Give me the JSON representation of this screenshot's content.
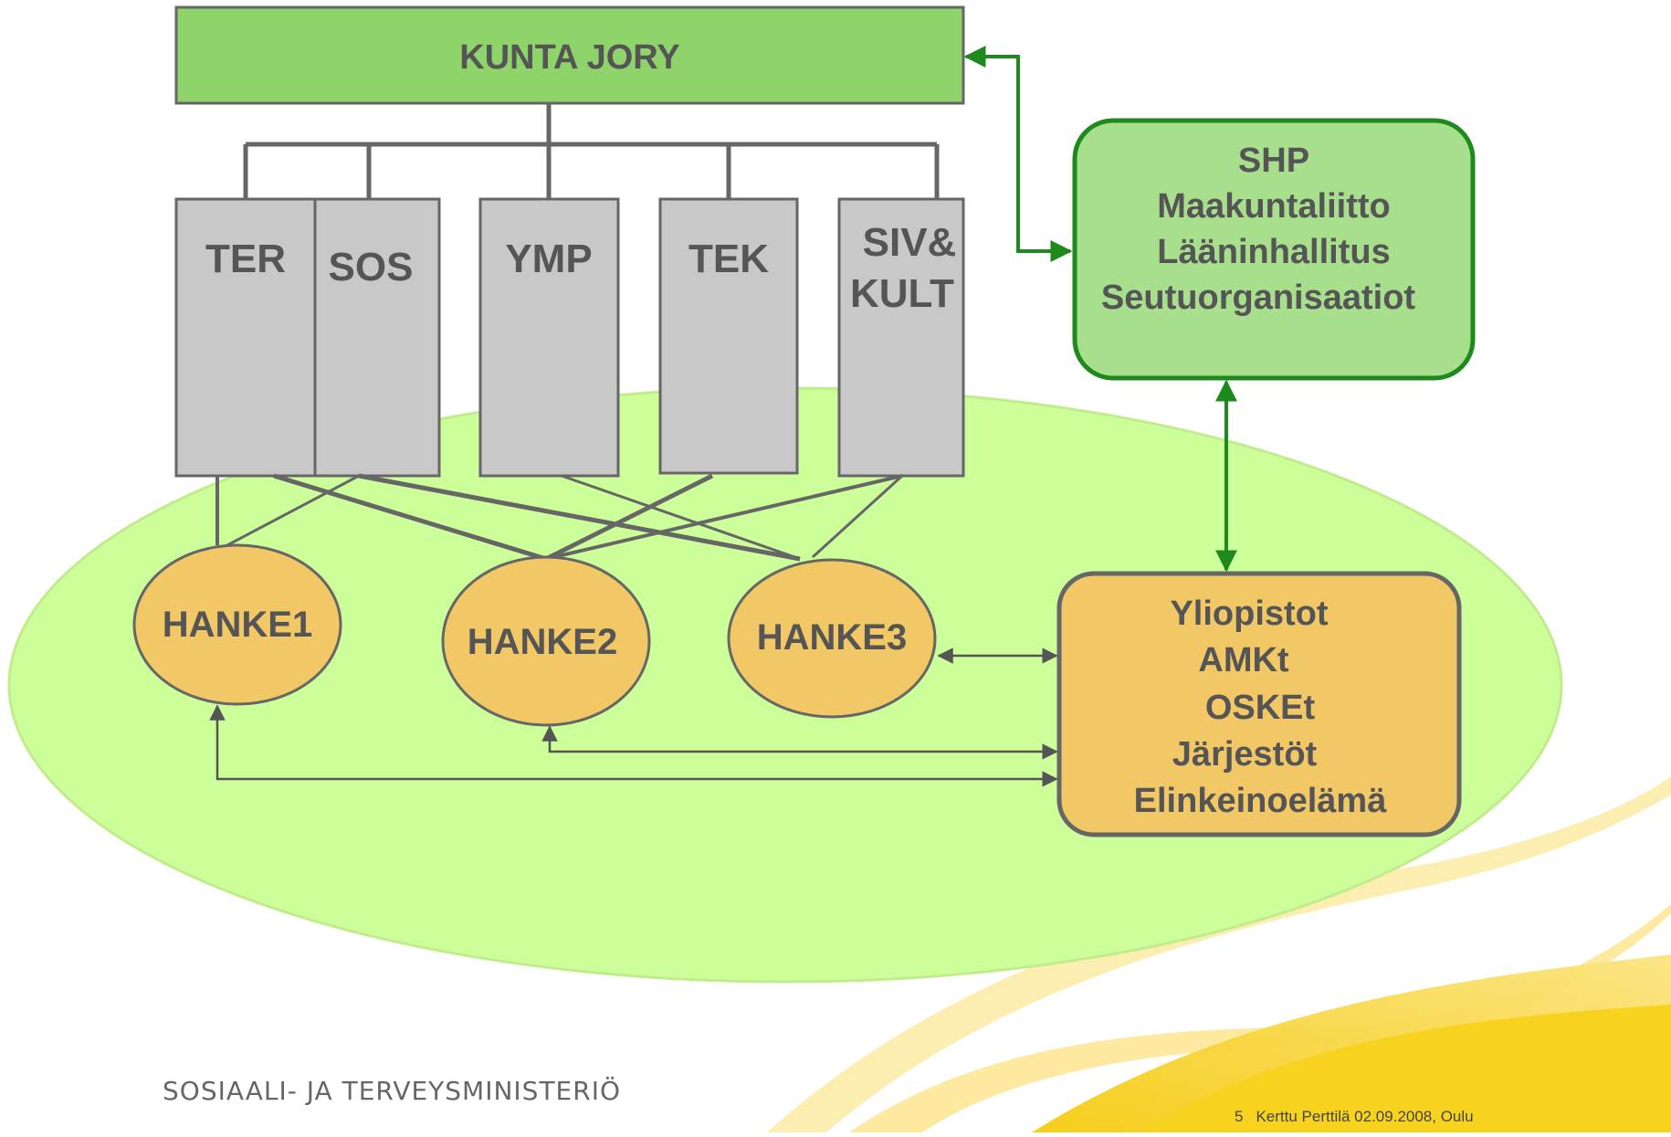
{
  "top": {
    "label": "KUNTA JORY"
  },
  "sectors": [
    {
      "lines": [
        "TER"
      ]
    },
    {
      "lines": [
        "SOS"
      ]
    },
    {
      "lines": [
        "YMP"
      ]
    },
    {
      "lines": [
        "TEK"
      ]
    },
    {
      "lines": [
        "SIV&",
        "KULT"
      ]
    }
  ],
  "regional": {
    "lines": [
      "SHP",
      "Maakuntaliitto",
      "Lääninhallitus",
      "Seutuorganisaatiot"
    ]
  },
  "projects": [
    {
      "label": "HANKE1"
    },
    {
      "label": "HANKE2"
    },
    {
      "label": "HANKE3"
    }
  ],
  "partners": {
    "lines": [
      "Yliopistot",
      "AMKt",
      "OSKEt",
      "Järjestöt",
      "Elinkeinoelämä"
    ]
  },
  "footer": {
    "org": "SOSIAALI- JA TERVEYSMINISTERIÖ",
    "page": "5",
    "note": "Kerttu Perttilä 02.09.2008, Oulu"
  },
  "colors": {
    "top_box": "#8ed46a",
    "regional_box": "#a8df8c",
    "regional_border": "#1e8a1e",
    "ellipse": "#ccff99",
    "project_fill": "#f2c766",
    "partner_fill": "#f2c766",
    "sector_fill": "#c8c8c8",
    "green_arrow": "#1e8a1e",
    "connector": "#666666",
    "swoosh_light": "#fbeca0",
    "swoosh_yellow": "#f7d21e"
  }
}
